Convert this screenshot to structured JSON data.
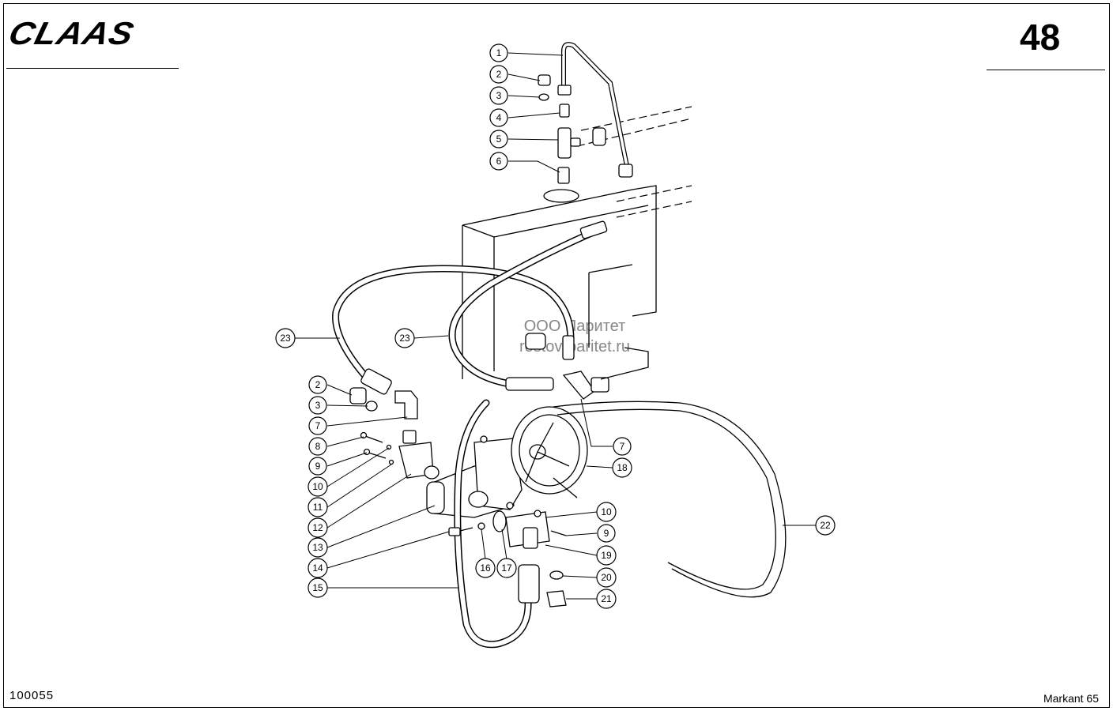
{
  "header": {
    "logo_text": "CLAAS",
    "page_number": "48"
  },
  "footer": {
    "doc_code": "100055",
    "model": "Markant 65"
  },
  "watermark": {
    "line1": "ООО Паритет",
    "line2": "rostov-paritet.ru"
  },
  "callouts": [
    "1",
    "2",
    "3",
    "4",
    "5",
    "6",
    "23",
    "23",
    "2",
    "3",
    "7",
    "8",
    "9",
    "10",
    "11",
    "12",
    "13",
    "14",
    "15",
    "16",
    "17",
    "7",
    "18",
    "10",
    "9",
    "19",
    "20",
    "21",
    "22"
  ]
}
